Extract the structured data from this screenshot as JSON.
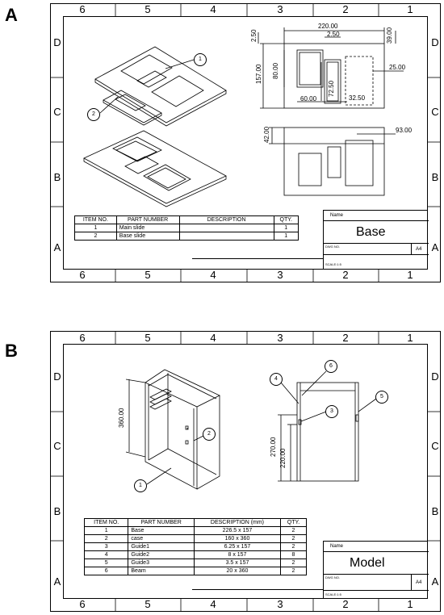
{
  "panels": [
    {
      "letter": "A",
      "col_labels": [
        "6",
        "5",
        "4",
        "3",
        "2",
        "1"
      ],
      "row_labels": [
        "D",
        "C",
        "B",
        "A"
      ],
      "bom": {
        "headers": [
          "ITEM NO.",
          "PART NUMBER",
          "DESCRIPTION",
          "QTY."
        ],
        "rows": [
          [
            "1",
            "Main slide",
            "",
            "1"
          ],
          [
            "2",
            "Base slide",
            "",
            "1"
          ]
        ]
      },
      "title_block": {
        "name_label": "Name",
        "title": "Base",
        "dwg_label": "DWG NO.",
        "size": "A4",
        "scale_label": "SCALE:1:5"
      },
      "dims": [
        "220.00",
        "2.50",
        "39.00",
        "2.50",
        "25.00",
        "157.00",
        "80.00",
        "72.50",
        "60.00",
        "32.50",
        "42.00",
        "93.00"
      ],
      "balloons": [
        "1",
        "2"
      ]
    },
    {
      "letter": "B",
      "col_labels": [
        "6",
        "5",
        "4",
        "3",
        "2",
        "1"
      ],
      "row_labels": [
        "D",
        "C",
        "B",
        "A"
      ],
      "bom": {
        "headers": [
          "ITEM NO.",
          "PART NUMBER",
          "DESCRIPTION (mm)",
          "QTY."
        ],
        "rows": [
          [
            "1",
            "Base",
            "226.5 x 157",
            "2"
          ],
          [
            "2",
            "case",
            "160 x 360",
            "2"
          ],
          [
            "3",
            "Guide1",
            "6.25 x 157",
            "2"
          ],
          [
            "4",
            "Guide2",
            "8 x 157",
            "8"
          ],
          [
            "5",
            "Guide3",
            "3.5 x 157",
            "2"
          ],
          [
            "6",
            "Beam",
            "20 x 360",
            "2"
          ]
        ]
      },
      "title_block": {
        "name_label": "Name",
        "title": "Model",
        "dwg_label": "DWG NO.",
        "size": "A4",
        "scale_label": "SCALE:1:5"
      },
      "dims": [
        "360.00",
        "270.00",
        "220.00"
      ],
      "balloons": [
        "1",
        "2",
        "3",
        "4",
        "5",
        "6"
      ]
    }
  ]
}
